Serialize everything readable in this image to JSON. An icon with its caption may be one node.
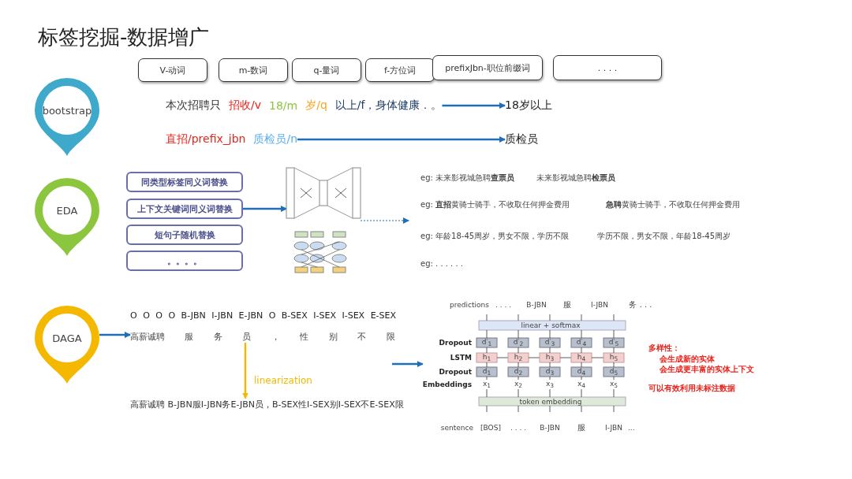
{
  "diagram": {
    "title": "标签挖掘-数据增广",
    "nodes": [
      {
        "text": [
          "bootstrap"
        ]
      },
      {
        "text": [
          "EDA"
        ]
      },
      {
        "text": [
          "DAGA"
        ]
      },
      {
        "text": [
          "V-动词"
        ]
      },
      {
        "text": [
          "m-数词"
        ]
      },
      {
        "text": [
          "q-量词"
        ]
      },
      {
        "text": [
          "f-方位词"
        ]
      },
      {
        "text": [
          "prefixJbn-职位前缀词"
        ]
      },
      {
        "text": [
          ". . . ."
        ]
      },
      {
        "text": [
          "本次招聘只",
          "招收/v",
          "18/m",
          "岁/q",
          "以上/f，身体健康．。"
        ]
      },
      {
        "text": [
          "18岁以上"
        ]
      },
      {
        "text": [
          "直招/prefix_jbn",
          "质检员/n"
        ]
      },
      {
        "text": [
          "质检员"
        ]
      },
      {
        "text": [
          "同类型标签同义词替换"
        ]
      },
      {
        "text": [
          "上下文关键词同义词替换"
        ]
      },
      {
        "text": [
          "短句子随机替换"
        ]
      },
      {
        "text": [
          "。。。。"
        ]
      },
      {
        "text": [],
        "shape": "picture"
      },
      {
        "text": [],
        "shape": "picture"
      },
      {
        "text": [
          "O O O O B-JBN I-JBN E-JBN O B-SEX I-SEX I-SEX E-SEX",
          "高薪诚聘 服 务 员 ， 性 别 不 限"
        ]
      },
      {
        "text": [
          "高薪诚聘 B-JBN服I-JBN务E-JBN员，B-SEX性I-SEX别I-SEX不E-SEX限"
        ]
      },
      {
        "text": [],
        "shape": "picture",
        "beside": [
          "Dropout",
          "LSTM",
          "Dropout",
          "Embeddings"
        ]
      }
    ],
    "edges": [
      {
        "from": 9,
        "to": 10,
        "arrow": "to"
      },
      {
        "from": 11,
        "to": 12,
        "arrow": "to"
      },
      {
        "from": 14,
        "to": 17,
        "arrow": "to"
      },
      {
        "from": 17,
        "to": null,
        "arrow": "to",
        "style": "dashed"
      },
      {
        "from": 2,
        "to": 19,
        "arrow": "to"
      },
      {
        "from": 19,
        "to": 20,
        "arrow": "to",
        "label": "linearization",
        "color": "#f5b800"
      },
      {
        "from": null,
        "to": 21,
        "arrow": "to"
      }
    ],
    "labels": [
      "eg: 未来影视城急聘**查票员**",
      "未来影视城急聘**检票员**",
      "eg: **直招**黄骑士骑手，不收取任何押金费用",
      "**急聘**黄骑士骑手，不收取任何押金费用",
      "eg: 年龄18-45周岁，男女不限，学历不限",
      "学历不限，男女不限，年龄18-45周岁",
      "eg: . . . . . .",
      "predictions",
      ". . . .",
      "B-JBN",
      "服",
      "I-JBN",
      "务 . . .",
      "linear + softmax",
      "token embedding",
      "sentence",
      "[BOS]",
      ". . . .",
      "B-JBN",
      "服",
      "I-JBN",
      "...",
      "d′$_{1}$",
      "d′$_{2}$",
      "d′$_{3}$",
      "d′$_{4}$",
      "d′$_{5}$",
      "h$_{1}$",
      "h$_{2}$",
      "h$_{3}$",
      "h$_{4}$",
      "h$_{5}$",
      "d$_{1}$",
      "d$_{2}$",
      "d$_{3}$",
      "d$_{4}$",
      "d$_{5}$",
      "x$_{1}$",
      "x$_{2}$",
      "x$_{3}$",
      "x$_{4}$",
      "x$_{5}$",
      "多样性：",
      "会生成新的实体",
      "会生成更丰富的实体上下文",
      "可以有效利用未标注数据"
    ]
  }
}
